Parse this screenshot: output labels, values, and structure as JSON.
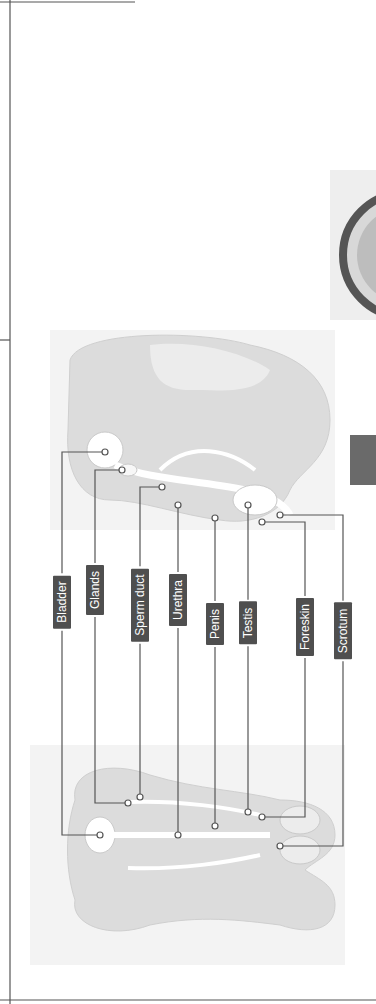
{
  "diagram": {
    "nodes": [
      {
        "text": [
          "Bladder"
        ]
      },
      {
        "text": [
          "Glands"
        ]
      },
      {
        "text": [
          "Sperm duct"
        ]
      },
      {
        "text": [
          "Urethra"
        ]
      },
      {
        "text": [
          "Penis"
        ]
      },
      {
        "text": [
          "Testis"
        ]
      },
      {
        "text": [
          "Foreskin"
        ]
      },
      {
        "text": [
          "Scrotum"
        ]
      }
    ]
  }
}
